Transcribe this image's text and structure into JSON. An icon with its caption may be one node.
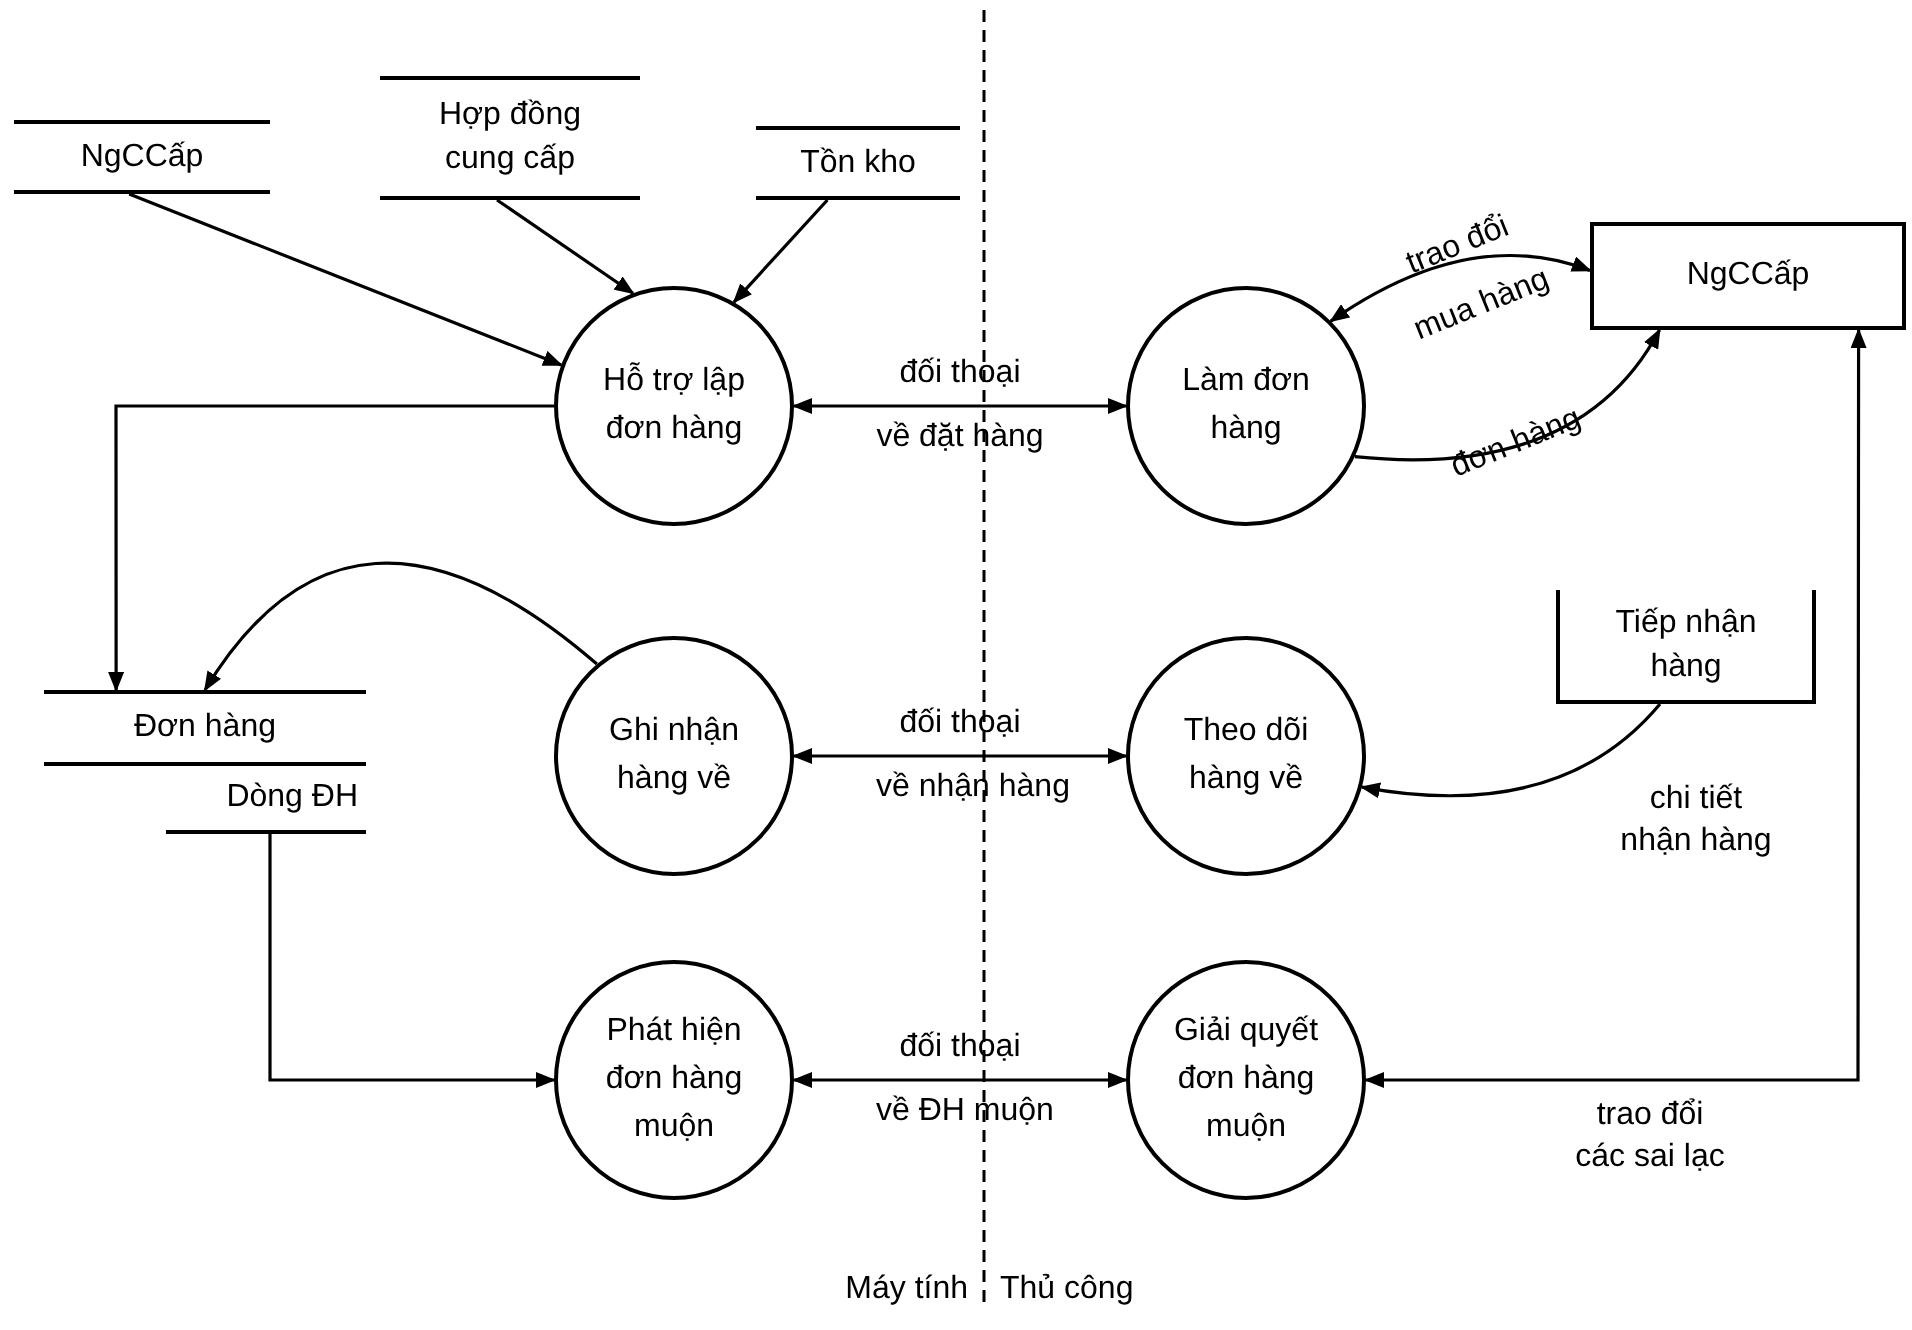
{
  "diagram": {
    "nodes": [
      {
        "text": [
          "NgCCấp"
        ]
      },
      {
        "text": [
          "Hợp đồng cung cấp"
        ]
      },
      {
        "text": [
          "Tồn kho"
        ]
      },
      {
        "text": [
          "Hỗ trợ lập đơn hàng"
        ]
      },
      {
        "text": [
          "Làm đơn hàng"
        ]
      },
      {
        "text": [
          "NgCCấp"
        ]
      },
      {
        "text": [
          "Đơn hàng"
        ]
      },
      {
        "text": [
          "Dòng ĐH"
        ]
      },
      {
        "text": [
          "Ghi nhận hàng về"
        ]
      },
      {
        "text": [
          "Theo dõi hàng về"
        ]
      },
      {
        "text": [
          "Tiếp nhận hàng"
        ]
      },
      {
        "text": [
          "Phát hiện đơn hàng muộn"
        ]
      },
      {
        "text": [
          "Giải quyết đơn hàng muộn"
        ]
      }
    ],
    "edges": [
      {
        "from": 0,
        "to": 3,
        "arrow": "to"
      },
      {
        "from": 1,
        "to": 3,
        "arrow": "to"
      },
      {
        "from": 2,
        "to": 3,
        "arrow": "to"
      },
      {
        "from": 3,
        "to": 4,
        "arrow": "both",
        "label": "đối thoại về đặt hàng"
      },
      {
        "from": 4,
        "to": 5,
        "arrow": "both",
        "label": "trao đổi mua hàng"
      },
      {
        "from": 4,
        "to": 5,
        "arrow": "to",
        "label": "đơn hàng"
      },
      {
        "from": 3,
        "to": 6,
        "arrow": "to"
      },
      {
        "from": 8,
        "to": 6,
        "arrow": "to"
      },
      {
        "from": 8,
        "to": 9,
        "arrow": "both",
        "label": "đối thoại về nhận hàng"
      },
      {
        "from": 10,
        "to": 9,
        "arrow": "to",
        "label": "chi tiết nhận hàng"
      },
      {
        "from": 7,
        "to": 11,
        "arrow": "to"
      },
      {
        "from": 11,
        "to": 12,
        "arrow": "both",
        "label": "đối thoại về ĐH muộn"
      },
      {
        "from": 12,
        "to": 5,
        "arrow": "both",
        "label": "trao đổi các sai lạc"
      }
    ],
    "labels": [
      "Máy tính",
      "Thủ công"
    ]
  }
}
